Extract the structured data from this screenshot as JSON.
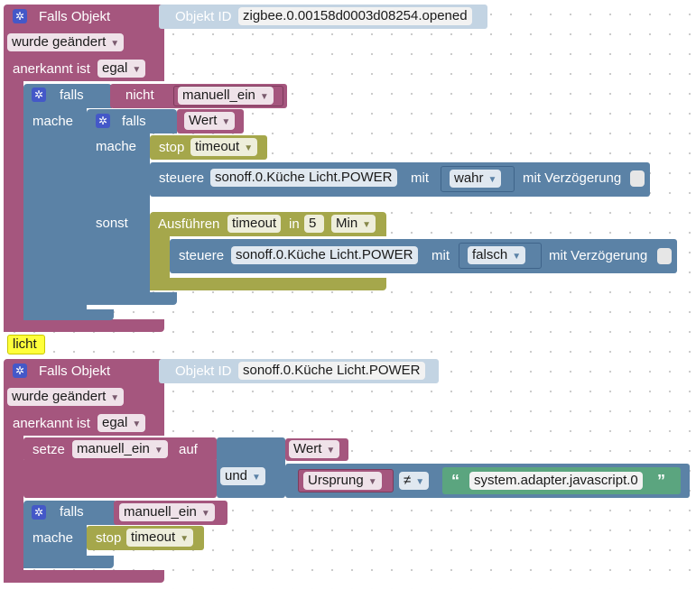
{
  "block1": {
    "header": "Falls Objekt",
    "obj_label": "Objekt ID",
    "obj_value": "zigbee.0.00158d0003d08254.opened",
    "changed": "wurde geändert",
    "ack_label": "anerkannt ist",
    "ack_value": "egal",
    "falls": "falls",
    "nicht": "nicht",
    "var": "manuell_ein",
    "mache": "mache",
    "inner_falls": "falls",
    "wert": "Wert",
    "stop": "stop",
    "timeout": "timeout",
    "steuere": "steuere",
    "target": "sonoff.0.Küche Licht.POWER",
    "mit": "mit",
    "wahr": "wahr",
    "delay": "mit Verzögerung",
    "sonst": "sonst",
    "ausfuehren": "Ausführen",
    "in": "in",
    "n5": "5",
    "min": "Min",
    "falsch": "falsch"
  },
  "comment": "licht",
  "block2": {
    "header": "Falls Objekt",
    "obj_label": "Objekt ID",
    "obj_value": "sonoff.0.Küche Licht.POWER",
    "changed": "wurde geändert",
    "ack_label": "anerkannt ist",
    "ack_value": "egal",
    "setze": "setze",
    "var": "manuell_ein",
    "auf": "auf",
    "wert": "Wert",
    "und": "und",
    "ursprung": "Ursprung",
    "neq": "≠",
    "string": "system.adapter.javascript.0",
    "falls": "falls",
    "mache": "mache",
    "stop": "stop",
    "timeout": "timeout"
  },
  "icons": {
    "gear": "gear-icon",
    "dropdown": "chevron-down-icon"
  }
}
